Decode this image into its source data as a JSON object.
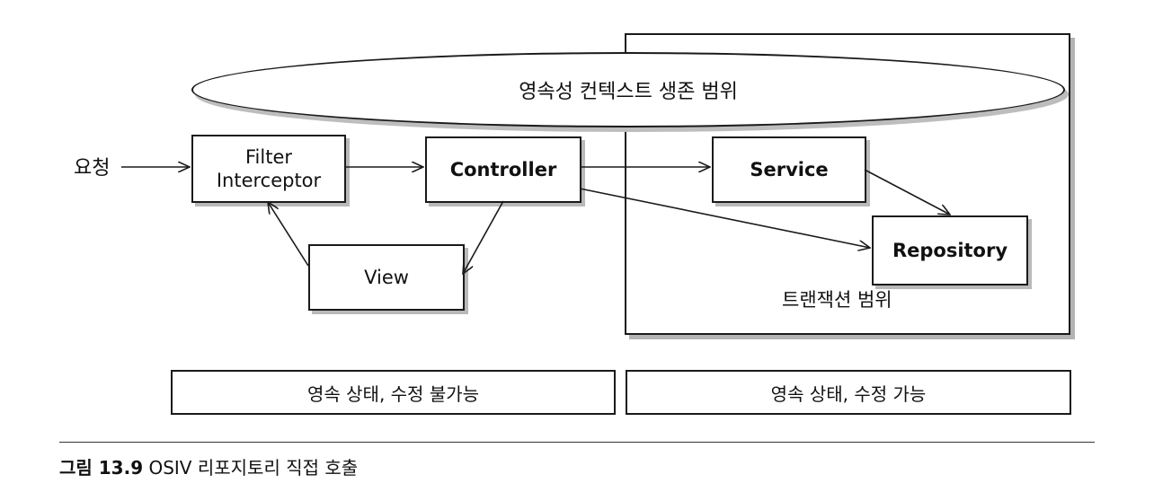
{
  "diagram": {
    "persistence_scope_label": "영속성 컨텍스트 생존 범위",
    "transaction_scope_label": "트랜잭션 범위",
    "request_label": "요청",
    "filter_line1": "Filter",
    "filter_line2": "Interceptor",
    "controller_label": "Controller",
    "view_label": "View",
    "service_label": "Service",
    "repository_label": "Repository",
    "left_state_label": "영속 상태, 수정 불가능",
    "right_state_label": "영속 상태, 수정 가능"
  },
  "caption": {
    "figure_number": "그림 13.9",
    "text": "OSIV 리포지토리 직접 호출"
  }
}
